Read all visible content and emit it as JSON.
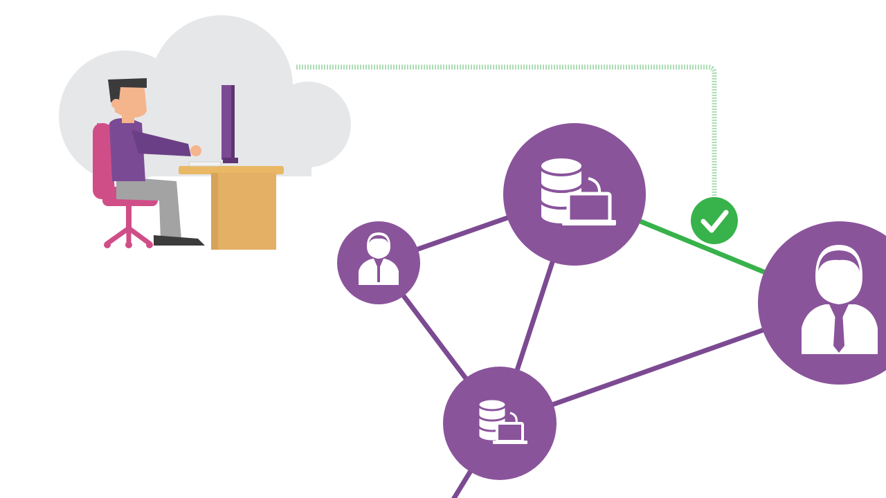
{
  "colors": {
    "background": "#ffffff",
    "node_purple": "#8a549b",
    "edge_purple": "#7c4a92",
    "verified_green": "#38b24a",
    "pending_green": "#a9dcb2",
    "cloud_gray": "#e6e7e9",
    "icon_white": "#ffffff"
  },
  "scene": {
    "user_at_desk": {
      "icons": [
        "cloud-icon",
        "person-icon",
        "office-chair-icon",
        "desk-icon",
        "monitor-icon",
        "keyboard-icon"
      ]
    },
    "connection": {
      "style": "dotted-green-line",
      "status_icon": "checkmark-icon",
      "status": "verified"
    }
  },
  "network": {
    "nodes": [
      {
        "id": "server-large",
        "icon": "database-laptop-icon"
      },
      {
        "id": "user-small",
        "icon": "user-avatar-icon"
      },
      {
        "id": "server-small",
        "icon": "database-laptop-icon"
      },
      {
        "id": "user-large",
        "icon": "user-avatar-icon"
      }
    ],
    "edges": [
      {
        "from": "user-small",
        "to": "server-large"
      },
      {
        "from": "user-small",
        "to": "server-small"
      },
      {
        "from": "server-large",
        "to": "server-small"
      },
      {
        "from": "server-small",
        "to": "user-large"
      },
      {
        "from": "server-large",
        "to": "user-large",
        "verified": true
      }
    ]
  }
}
